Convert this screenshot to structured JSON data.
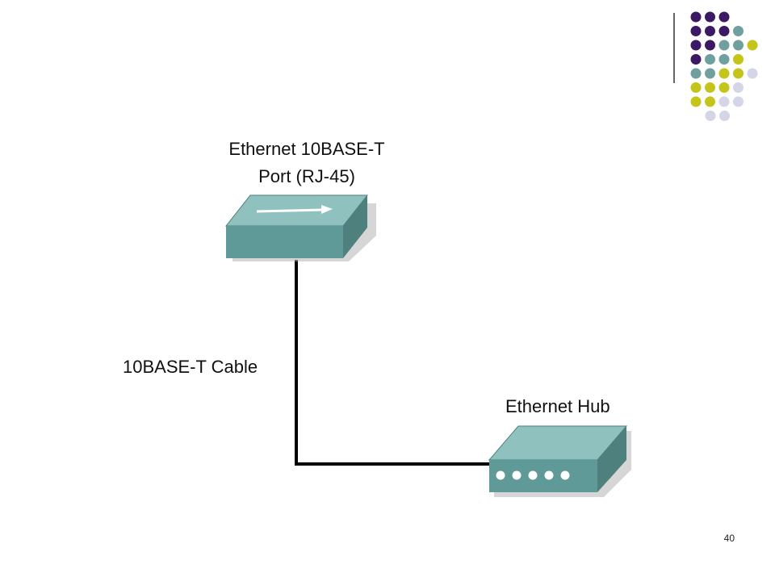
{
  "colors": {
    "background": "#ffffff",
    "device_front": "#5f9a98",
    "device_top": "#8fc1bf",
    "cable": "#000000",
    "dot_purple": "#3b1a63",
    "dot_teal": "#6f9f9e",
    "dot_yellow": "#c4c41a",
    "dot_lavender": "#d5d5e8"
  },
  "decoration": {
    "dot_rows": [
      [
        "purple",
        "purple",
        "purple"
      ],
      [
        "purple",
        "purple",
        "purple",
        "teal"
      ],
      [
        "purple",
        "purple",
        "teal",
        "teal",
        "yellow"
      ],
      [
        "purple",
        "teal",
        "teal",
        "yellow"
      ],
      [
        "teal",
        "teal",
        "yellow",
        "yellow",
        "lavender"
      ],
      [
        "yellow",
        "yellow",
        "yellow",
        "lavender"
      ],
      [
        "yellow",
        "yellow",
        "lavender",
        "lavender"
      ],
      [
        "lavender",
        "lavender"
      ]
    ]
  },
  "diagram": {
    "port_label_line1": "Ethernet 10BASE-T",
    "port_label_line2": "Port (RJ-45)",
    "cable_label": "10BASE-T Cable",
    "hub_label": "Ethernet Hub",
    "hub_port_count": 5
  },
  "slide": {
    "page_number": "40"
  }
}
